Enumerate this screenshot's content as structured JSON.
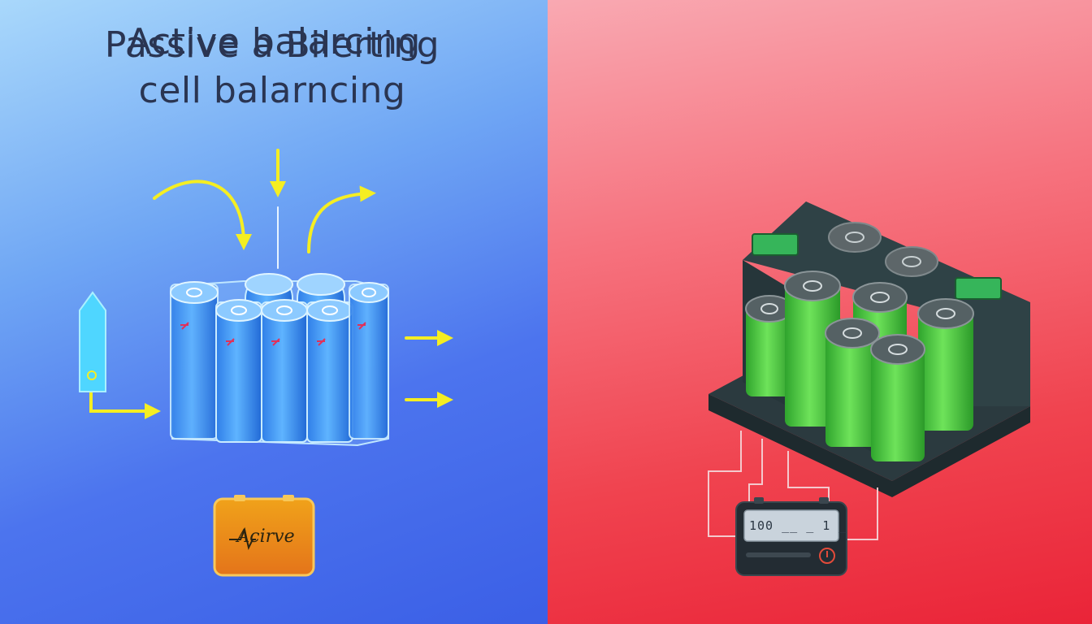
{
  "left_panel": {
    "title": "Active balarcing",
    "badge_label": "Acirve",
    "background": "#4c74ee",
    "accent_arrow": "#f5ee22"
  },
  "right_panel": {
    "title_line1": "Passive a Bilerting",
    "title_line2": "cell balarncing",
    "meter_reading": "100 __ _ 1 _",
    "background": "#f0434f",
    "cell_color": "#3fbf37"
  }
}
